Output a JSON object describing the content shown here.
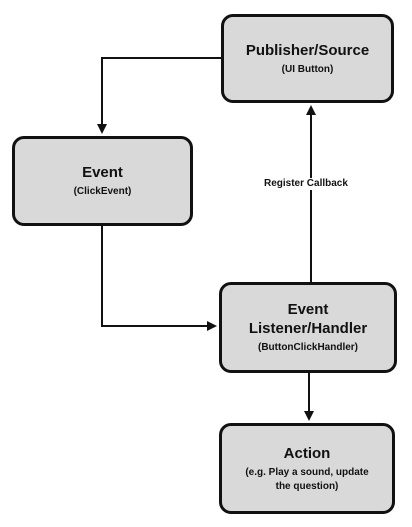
{
  "nodes": {
    "publisher": {
      "title": "Publisher/Source",
      "subtitle": "(UI Button)"
    },
    "event": {
      "title": "Event",
      "subtitle": "(ClickEvent)"
    },
    "listener": {
      "title_line1": "Event",
      "title_line2": "Listener/Handler",
      "subtitle": "(ButtonClickHandler)"
    },
    "action": {
      "title": "Action",
      "subtitle_line1": "(e.g. Play a sound, update",
      "subtitle_line2": "the question)"
    }
  },
  "edges": {
    "listener_to_publisher": {
      "label": "Register Callback"
    }
  },
  "colors": {
    "node_fill": "#d9d9d9",
    "stroke": "#111111",
    "background": "#ffffff"
  }
}
